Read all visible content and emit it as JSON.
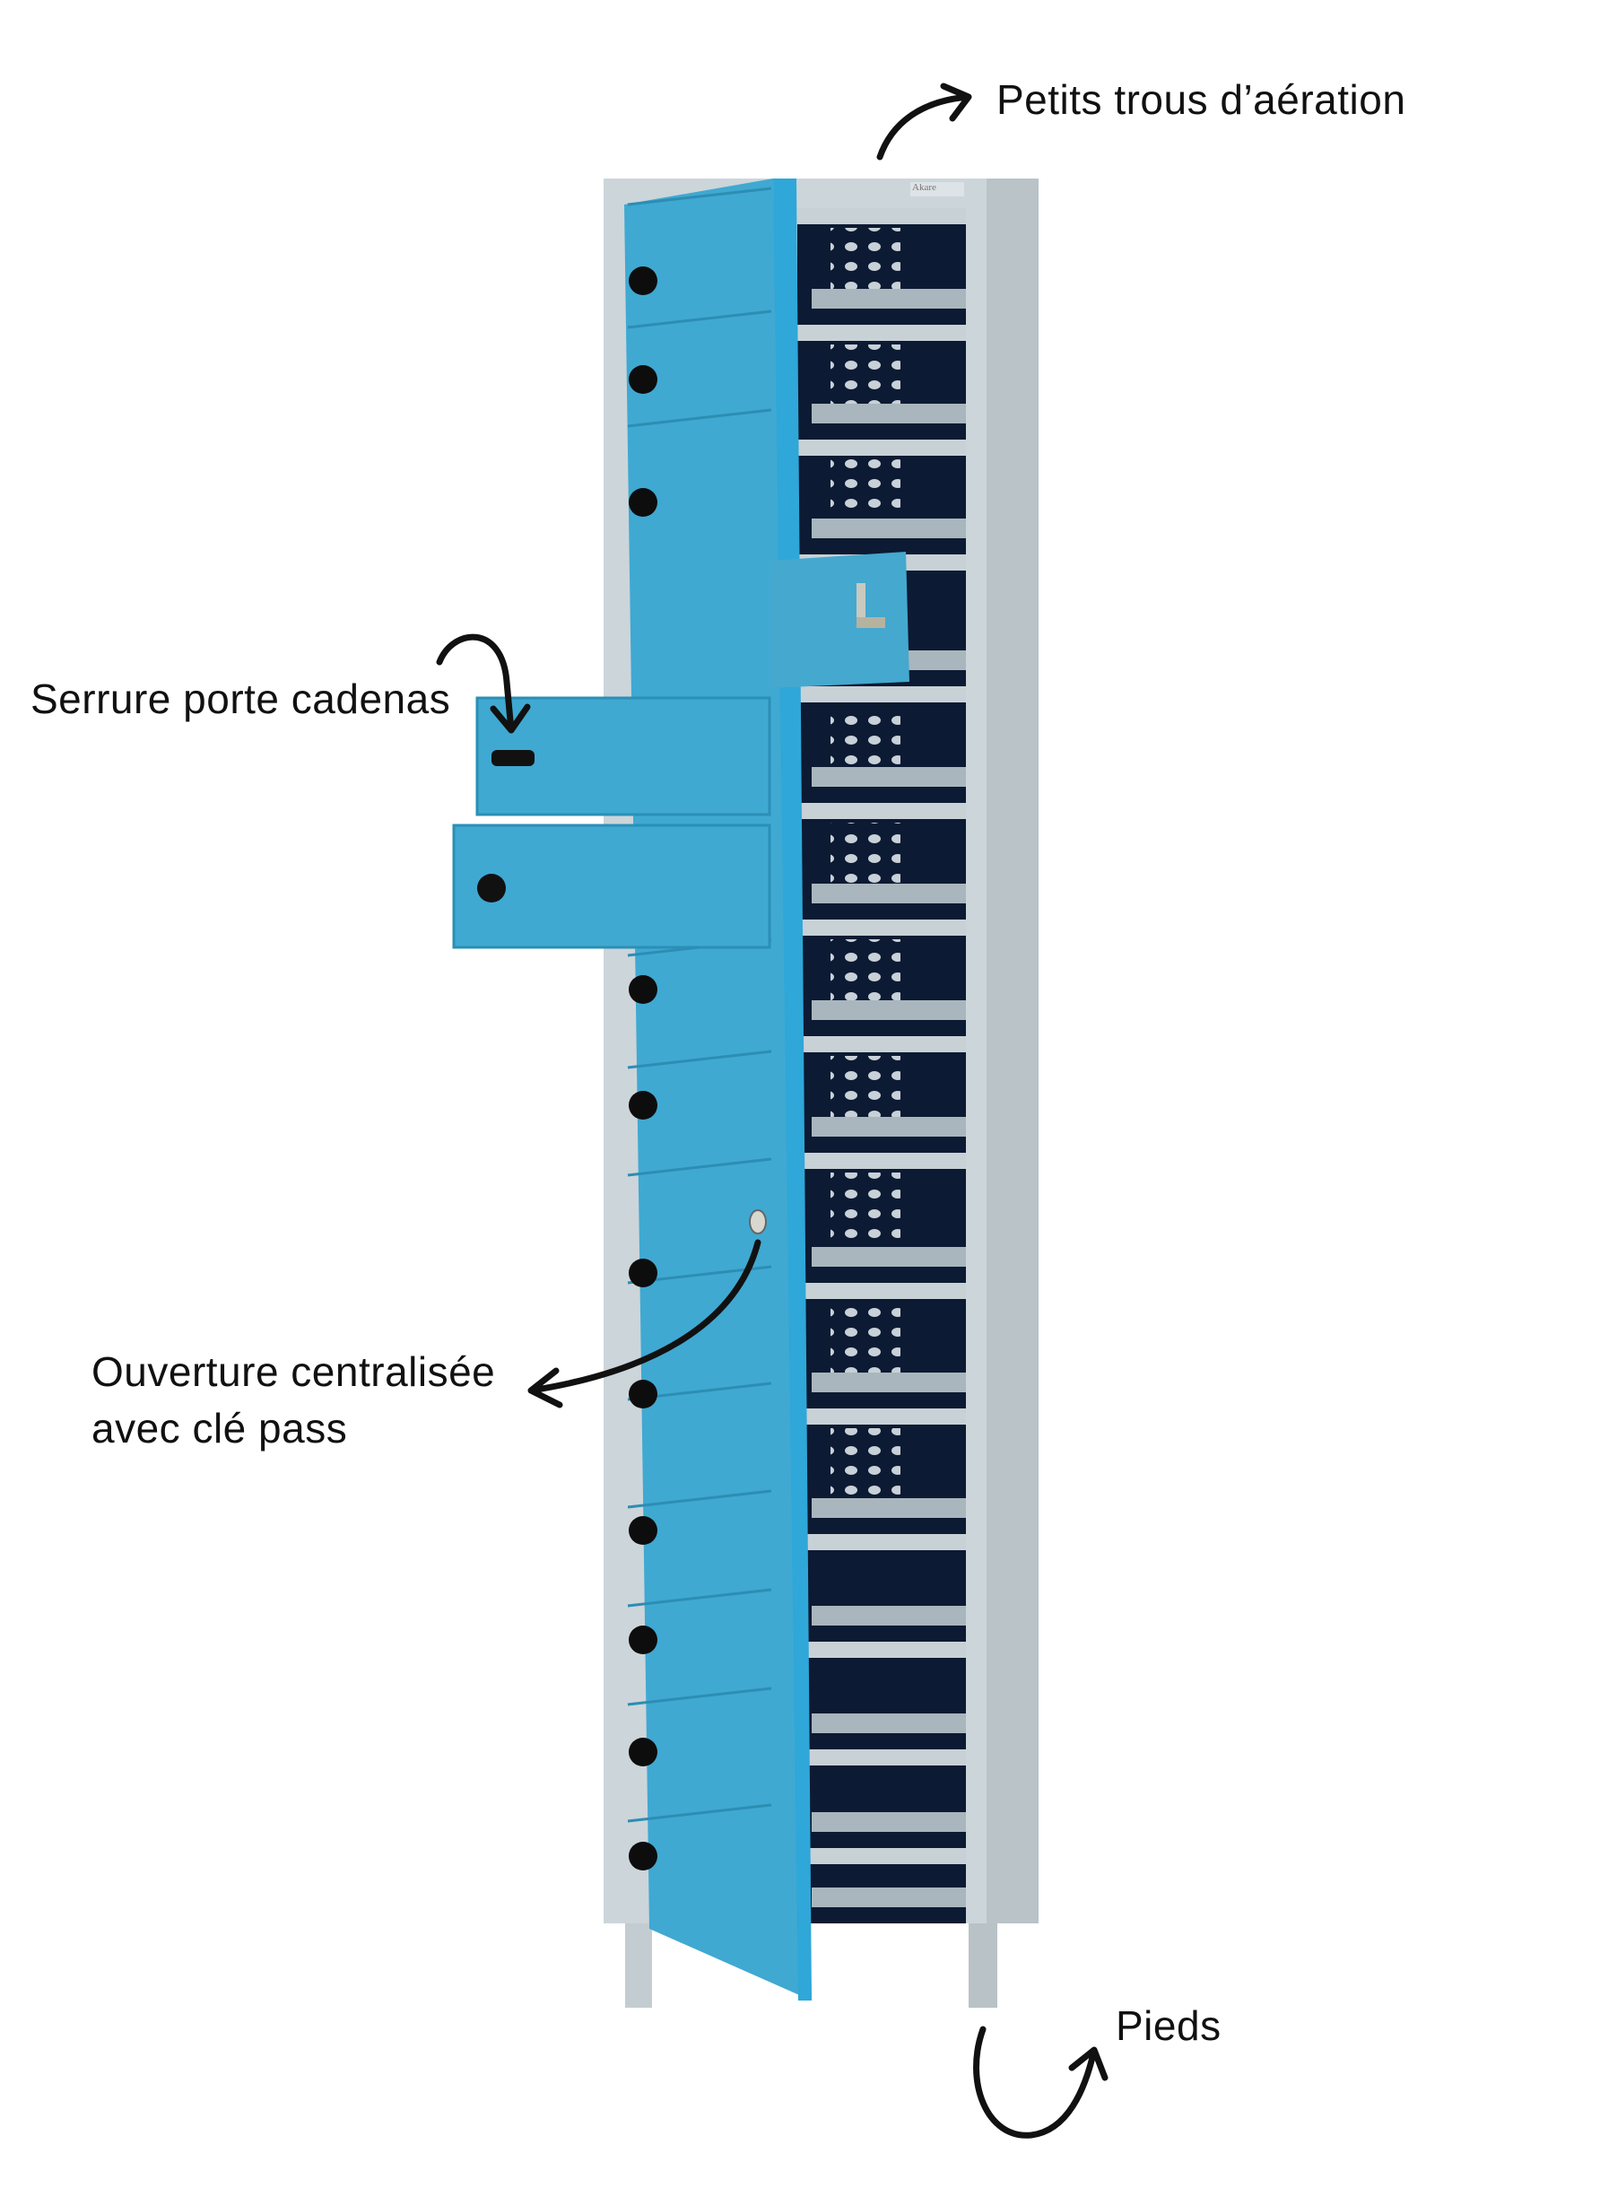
{
  "brand_plate": "Akare",
  "annotations": {
    "ventilation": "Petits trous d’aération",
    "padlock": "Serrure porte cadenas",
    "central_line1": "Ouverture centralisée",
    "central_line2": "avec clé pass",
    "feet": "Pieds"
  },
  "colors": {
    "door_blue": "#3fa9d2",
    "frame_grey": "#c9d3d8",
    "interior_dark": "#0c1a33",
    "arrow": "#111111"
  }
}
